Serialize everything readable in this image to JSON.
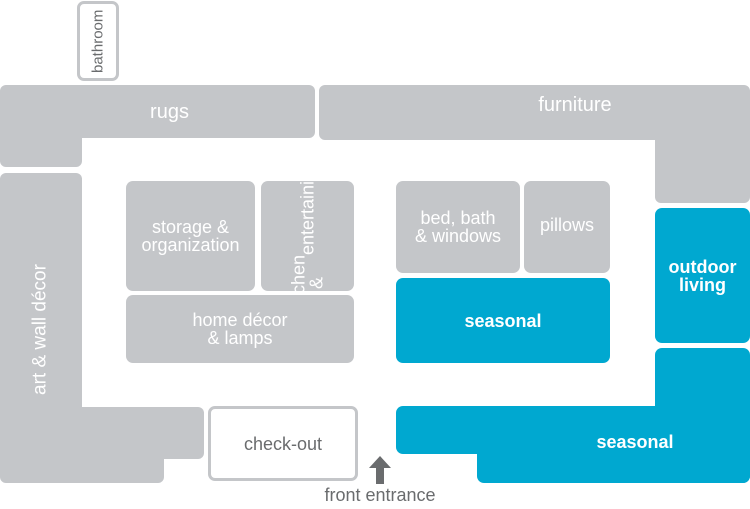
{
  "map": {
    "title": "Store Floor Plan",
    "colors": {
      "department": "#c4c6c9",
      "highlight": "#00a8d0",
      "label_light": "#ffffff",
      "label_dark": "#6a6c6e",
      "arrow": "#6a6c6e"
    },
    "departments": {
      "bathroom": "bathroom",
      "rugs": "rugs",
      "furniture": "furniture",
      "art_wall_decor": "art & wall décor",
      "storage_line1": "storage &",
      "storage_line2": "organization",
      "kitchen_line1": "kitchen &",
      "kitchen_line2": "entertaining",
      "home_decor_line1": "home décor",
      "home_decor_line2": "& lamps",
      "bed_bath_line1": "bed, bath",
      "bed_bath_line2": "& windows",
      "pillows": "pillows",
      "seasonal_center": "seasonal",
      "outdoor_line1": "outdoor",
      "outdoor_line2": "living",
      "seasonal_front": "seasonal",
      "checkout": "check-out"
    },
    "highlighted": [
      "seasonal",
      "outdoor living"
    ],
    "entrance": {
      "label": "front entrance",
      "icon": "up-arrow-icon"
    }
  }
}
